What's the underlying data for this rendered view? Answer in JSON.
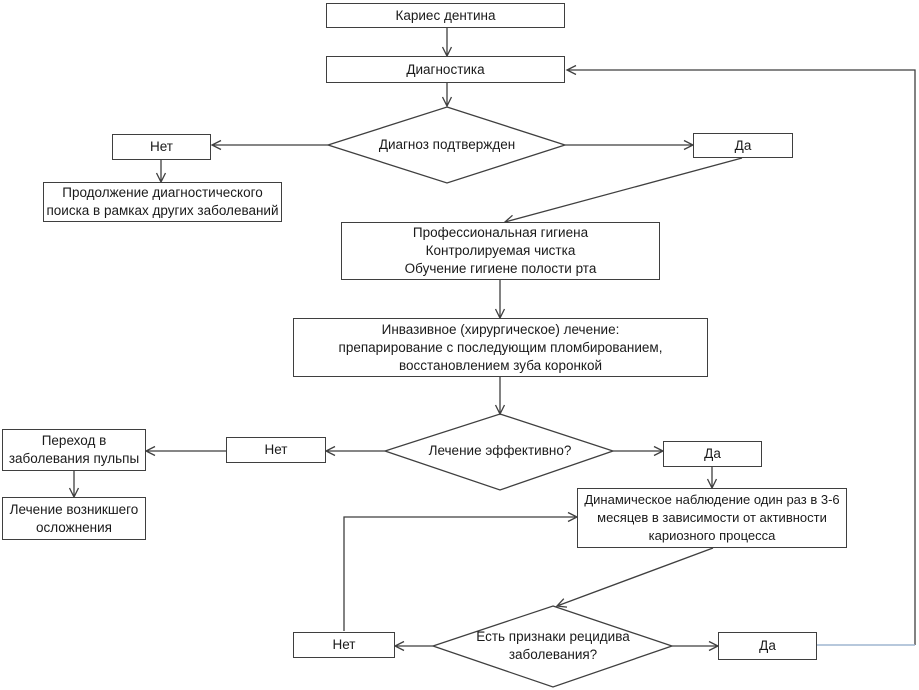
{
  "colors": {
    "line": "#3f3f3f",
    "return_line": "#9fb6d1",
    "box_bg": "#ffffff",
    "text": "#1a1a1a"
  },
  "flowchart": {
    "nodes": {
      "start": {
        "label": "Кариес дентина"
      },
      "diagnostics": {
        "label": "Диагностика"
      },
      "decision_diagnosis": {
        "label": "Диагноз подтвержден"
      },
      "no_1": {
        "label": "Нет"
      },
      "yes_1": {
        "label": "Да"
      },
      "continue_search": {
        "label": "Продолжение диагностического\nпоиска в рамках других заболеваний"
      },
      "hygiene": {
        "label": "Профессиональная гигиена\nКонтролируемая чистка\nОбучение гигиене полости рта"
      },
      "invasive": {
        "label": "Инвазивное (хирургическое) лечение:\nпрепарирование с последующим пломбированием,\nвосстановлением зуба коронкой"
      },
      "decision_effective": {
        "label": "Лечение эффективно?"
      },
      "no_2": {
        "label": "Нет"
      },
      "pulp_transition": {
        "label": "Переход в\nзаболевания пульпы"
      },
      "complication_treatment": {
        "label": "Лечение возникшего\nосложнения"
      },
      "yes_2": {
        "label": "Да"
      },
      "observation": {
        "label": "Динамическое наблюдение один раз в 3-6\nмесяцев в зависимости от активности\nкариозного процесса"
      },
      "decision_relapse": {
        "label": "Есть признаки рецидива\nзаболевания?"
      },
      "no_3": {
        "label": "Нет"
      },
      "yes_3": {
        "label": "Да"
      }
    }
  }
}
